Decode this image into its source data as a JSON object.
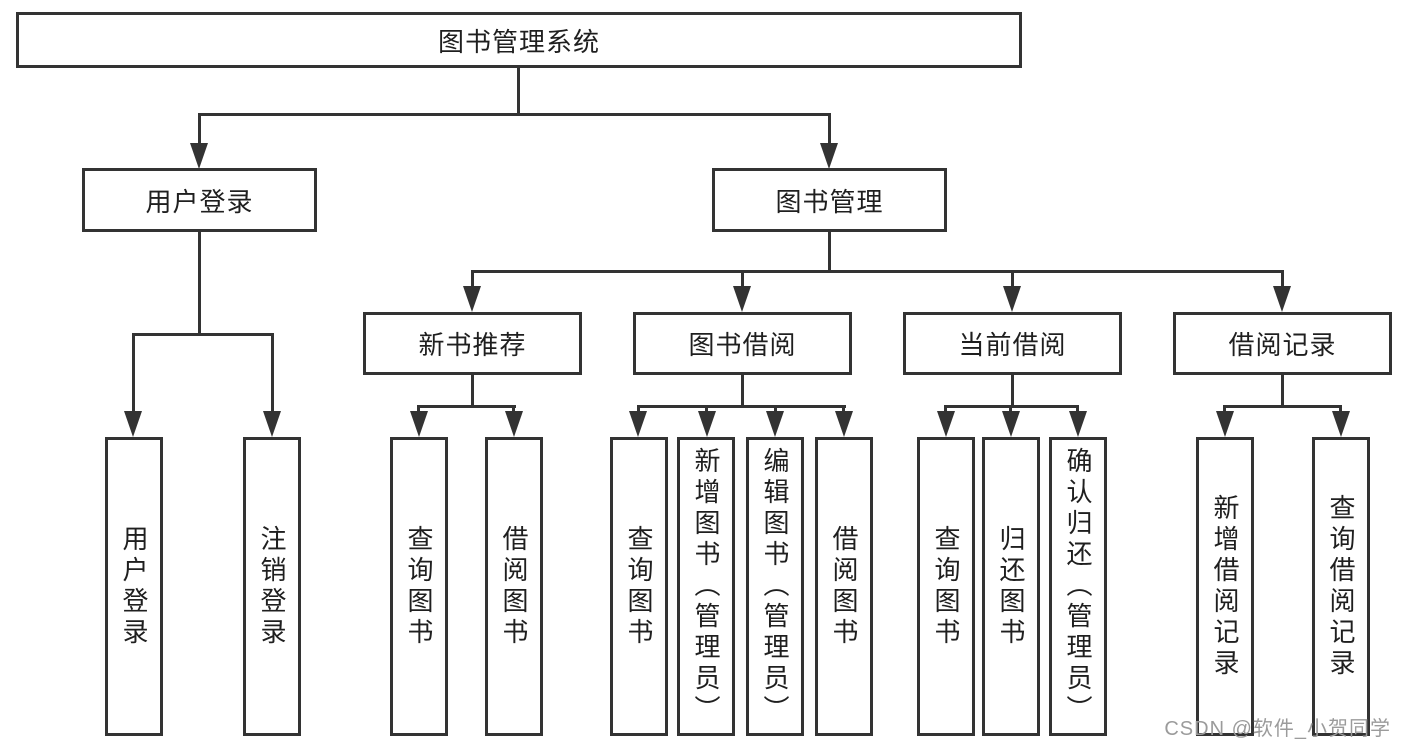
{
  "tree": {
    "root": {
      "label": "图书管理系统"
    },
    "branches": [
      {
        "label": "用户登录",
        "leaves": [
          {
            "label": "用户登录"
          },
          {
            "label": "注销登录"
          }
        ]
      },
      {
        "label": "图书管理",
        "groups": [
          {
            "label": "新书推荐",
            "leaves": [
              {
                "label": "查询图书"
              },
              {
                "label": "借阅图书"
              }
            ]
          },
          {
            "label": "图书借阅",
            "leaves": [
              {
                "label": "查询图书"
              },
              {
                "label": "新增图书（管理员）"
              },
              {
                "label": "编辑图书（管理员）"
              },
              {
                "label": "借阅图书"
              }
            ]
          },
          {
            "label": "当前借阅",
            "leaves": [
              {
                "label": "查询图书"
              },
              {
                "label": "归还图书"
              },
              {
                "label": "确认归还（管理员）"
              }
            ]
          },
          {
            "label": "借阅记录",
            "leaves": [
              {
                "label": "新增借阅记录"
              },
              {
                "label": "查询借阅记录"
              }
            ]
          }
        ]
      }
    ]
  },
  "watermark": {
    "text": "CSDN @软件_小贺同学"
  },
  "colors": {
    "line": "#333333",
    "text": "#1f1f1f",
    "watermark": "#9b9b9b",
    "background": "#ffffff"
  }
}
